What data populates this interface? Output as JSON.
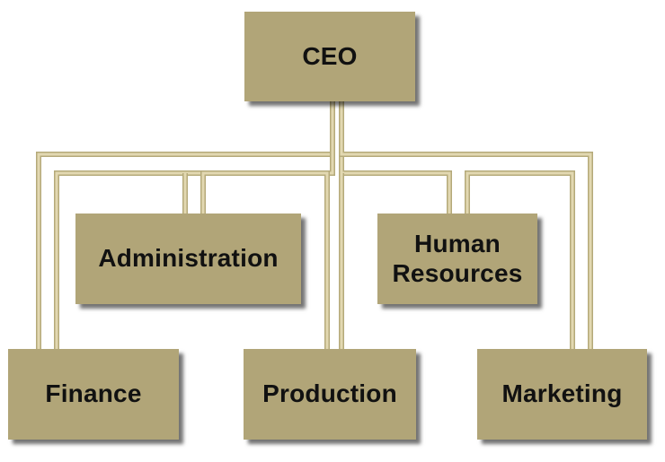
{
  "colors": {
    "box_fill": "#b1a578",
    "connector_stroke": "#e2d8b1",
    "connector_edge": "#b5aa7a",
    "text": "#111111"
  },
  "nodes": {
    "ceo": {
      "lines": [
        "CEO"
      ]
    },
    "administration": {
      "lines": [
        "Administration"
      ]
    },
    "human_resources": {
      "lines": [
        "Human",
        "Resources"
      ]
    },
    "finance": {
      "lines": [
        "Finance"
      ]
    },
    "production": {
      "lines": [
        "Production"
      ]
    },
    "marketing": {
      "lines": [
        "Marketing"
      ]
    }
  }
}
